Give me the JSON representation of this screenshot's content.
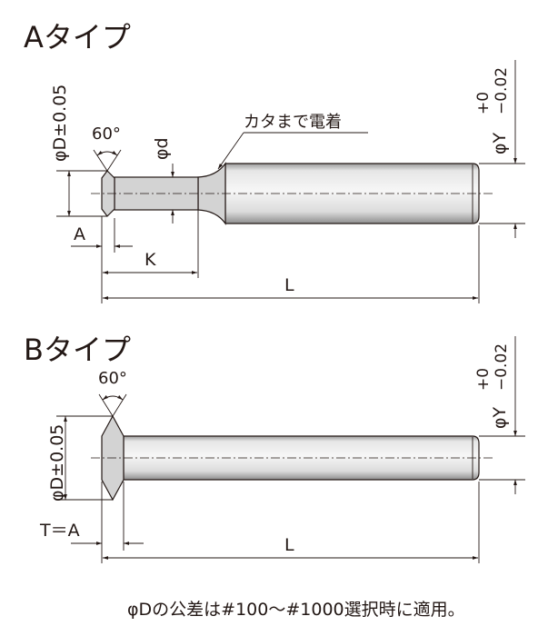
{
  "type_a": {
    "title": "Aタイプ",
    "angle": "60°",
    "dia_d_tol": "φD±0.05",
    "dia_small": "φd",
    "dia_y": "φY",
    "tol_plus": "+0",
    "tol_minus": "−0.02",
    "coating_note": "カタまで電着",
    "dim_a": "A",
    "dim_k": "K",
    "dim_l": "L"
  },
  "type_b": {
    "title": "Bタイプ",
    "angle": "60°",
    "dia_d_tol": "φD±0.05",
    "dia_y": "φY",
    "tol_plus": "+0",
    "tol_minus": "−0.02",
    "dim_t": "T＝A",
    "dim_l": "L"
  },
  "footnote": "φDの公差は#100〜#1000選択時に適用。",
  "colors": {
    "ink": "#231815",
    "coated": "#d3d3d3",
    "shank_light": "#ececec",
    "shank_dark": "#b5b5b5"
  }
}
